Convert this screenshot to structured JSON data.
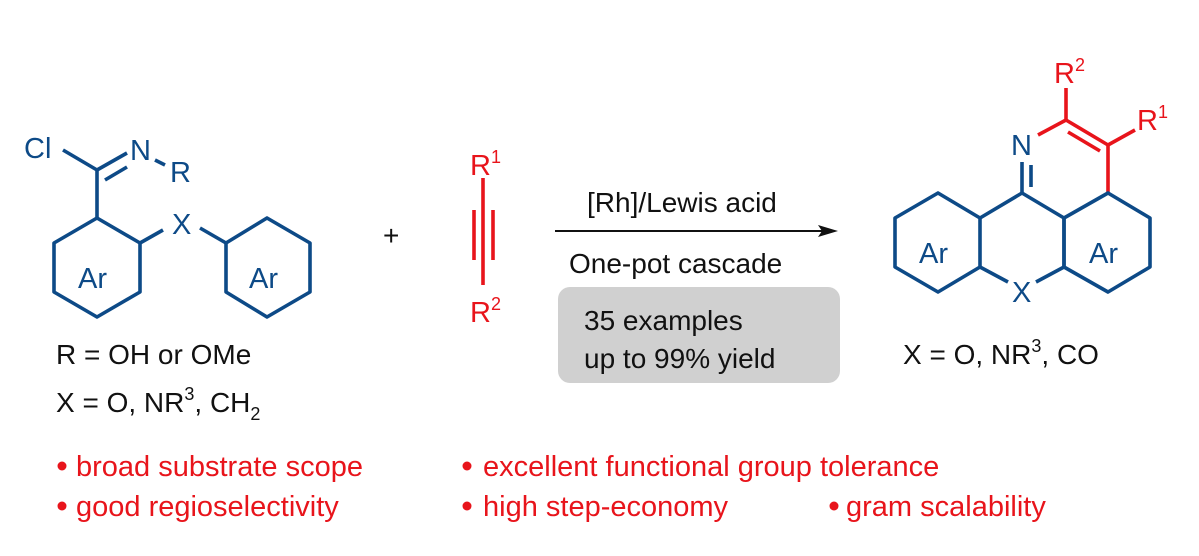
{
  "reactant1": {
    "cl": "Cl",
    "n": "N",
    "r": "R",
    "x": "X",
    "ar_left": "Ar",
    "ar_right": "Ar"
  },
  "plus": "+",
  "alkyne": {
    "r1": "R",
    "r1_sup": "1",
    "r2": "R",
    "r2_sup": "2"
  },
  "conditions": {
    "top": "[Rh]/Lewis acid",
    "bottom": "One-pot cascade",
    "box_line1": "35 examples",
    "box_line2": "up to 99% yield"
  },
  "product": {
    "n": "N",
    "x": "X",
    "r1": "R",
    "r1_sup": "1",
    "r2": "R",
    "r2_sup": "2",
    "ar_left": "Ar",
    "ar_right": "Ar"
  },
  "definitions": {
    "r_def": "R = OH or OMe",
    "x_def_pre": "X = O, NR",
    "x_def_sup": "3",
    "x_def_mid": ", CH",
    "x_def_sub": "2",
    "product_x_pre": "X = O, NR",
    "product_x_sup": "3",
    "product_x_post": ", CO"
  },
  "features": [
    "broad substrate scope",
    "excellent functional group tolerance",
    "good regioselectivity",
    "high step-economy",
    "gram scalability"
  ],
  "colors": {
    "blue": "#0d4a87",
    "red": "#e8141b",
    "box": "#d0d0d0"
  }
}
